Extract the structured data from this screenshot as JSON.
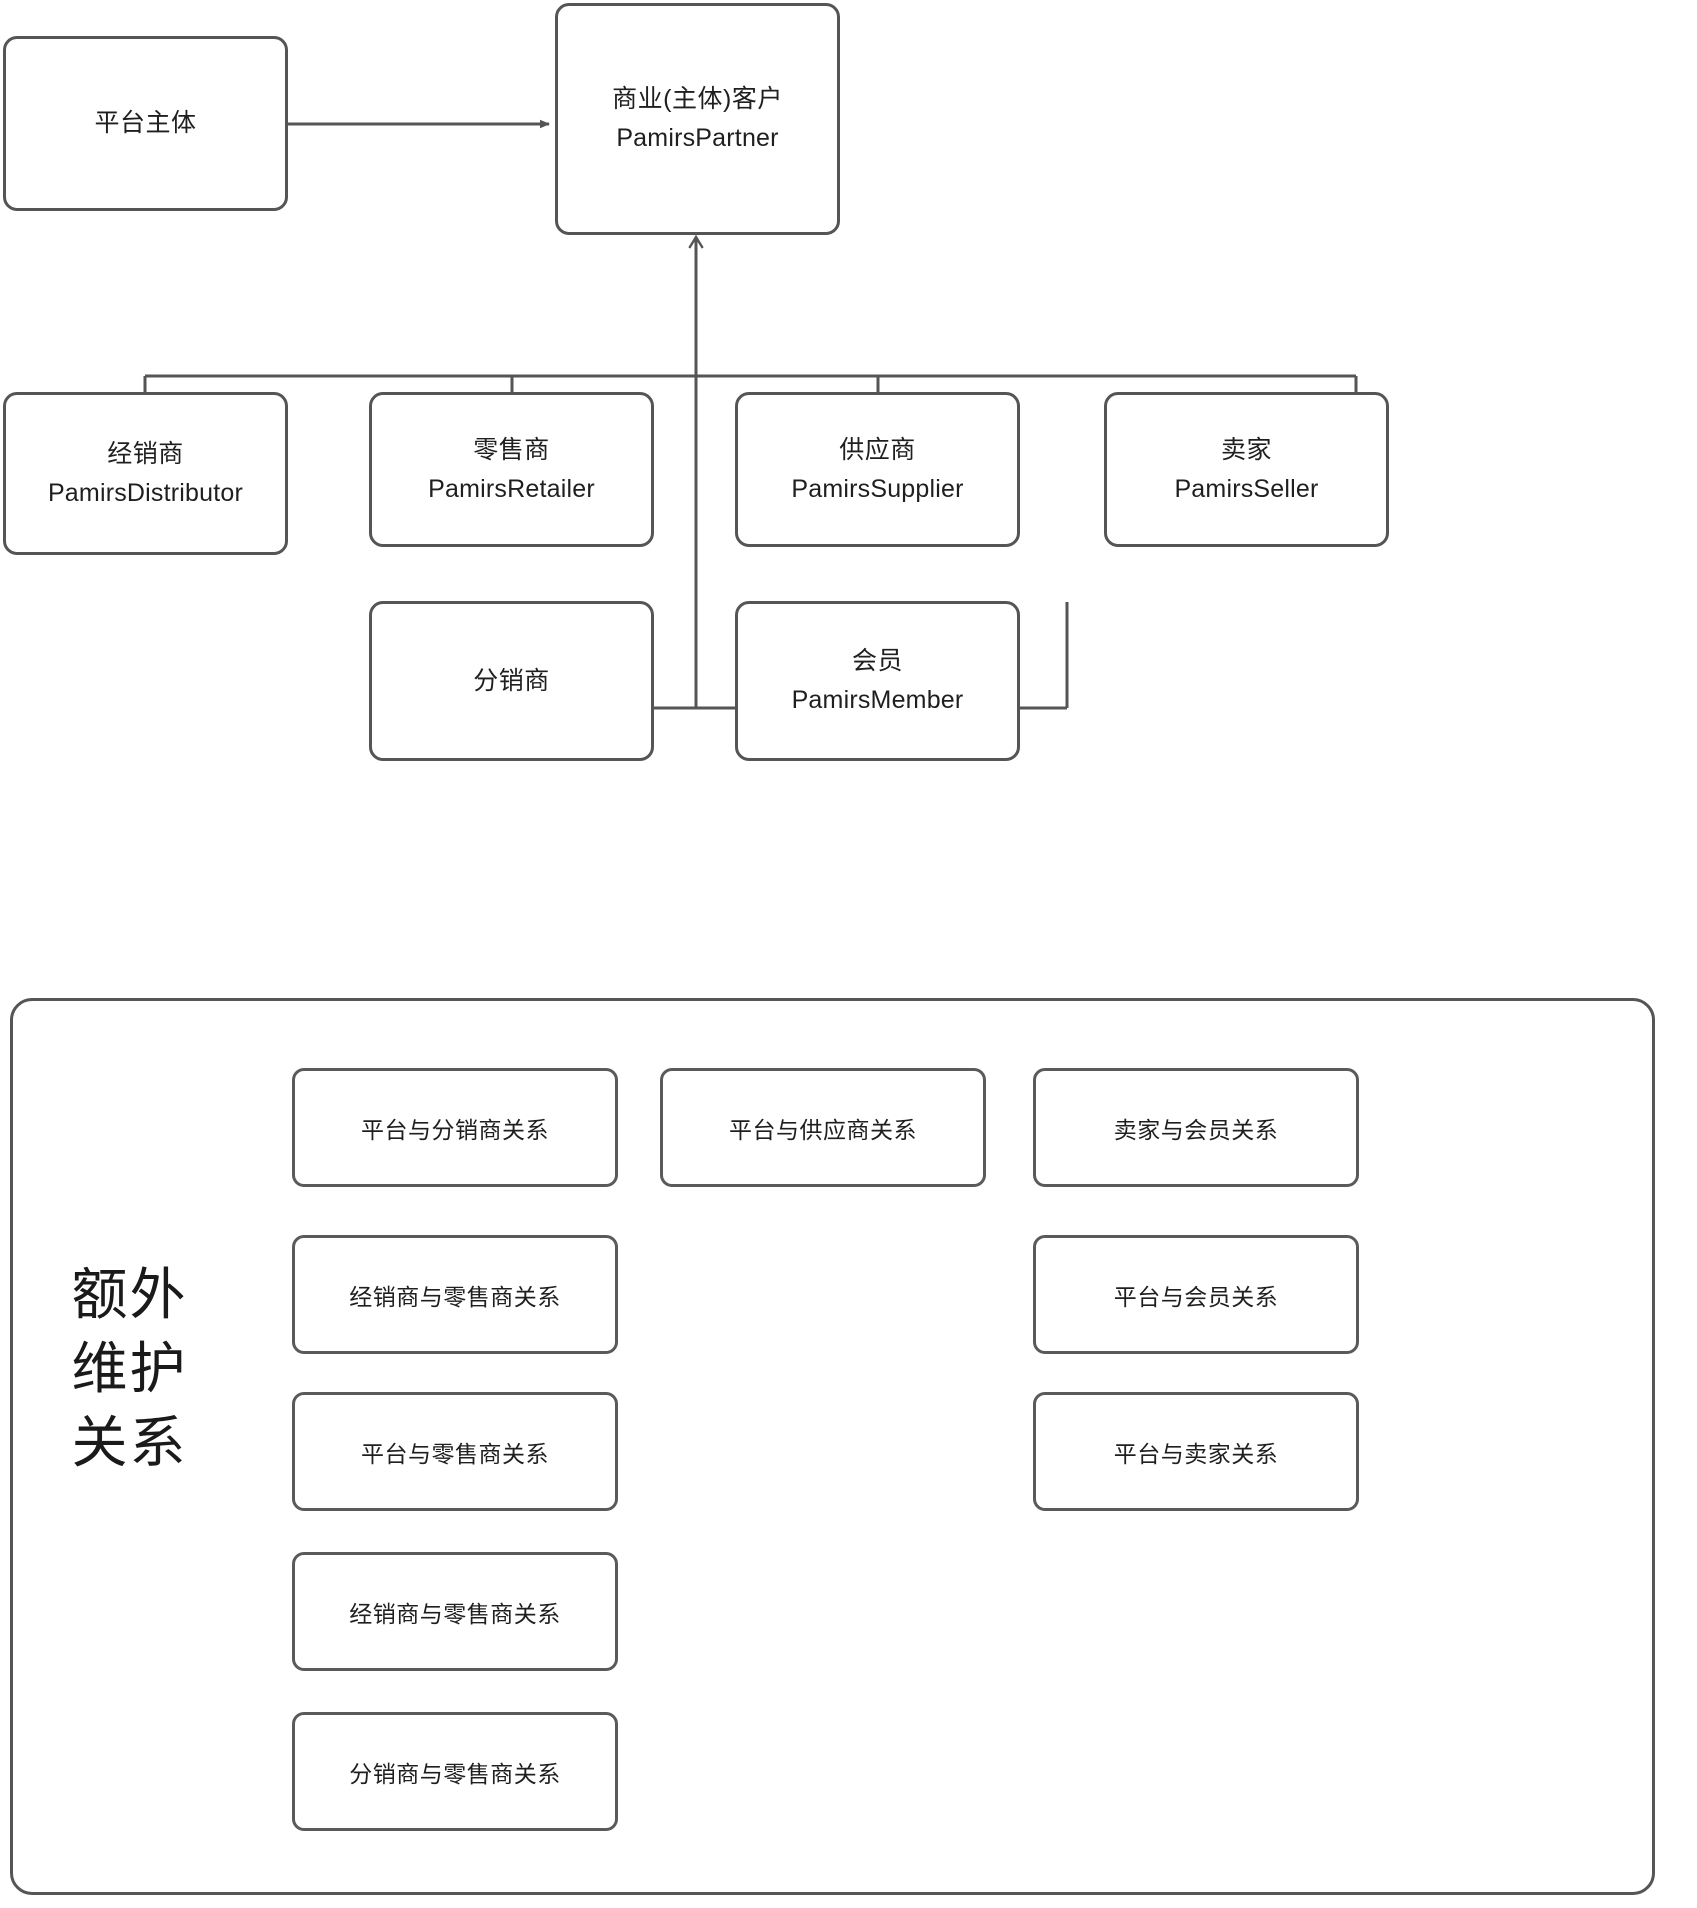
{
  "diagram": {
    "type": "entity-hierarchy-diagram",
    "stroke_color": "#555555",
    "background_color": "#ffffff",
    "text_color": "#1f1f1f",
    "nodes": {
      "platform": {
        "cn": "平台主体",
        "en": ""
      },
      "partner": {
        "cn": "商业(主体)客户",
        "en": "PamirsPartner"
      },
      "distributor": {
        "cn": "经销商",
        "en": "PamirsDistributor"
      },
      "retailer": {
        "cn": "零售商",
        "en": "PamirsRetailer"
      },
      "supplier": {
        "cn": "供应商",
        "en": "PamirsSupplier"
      },
      "seller": {
        "cn": "卖家",
        "en": "PamirsSeller"
      },
      "fenxiao": {
        "cn": "分销商",
        "en": ""
      },
      "member": {
        "cn": "会员",
        "en": "PamirsMember"
      }
    },
    "edges": [
      {
        "from": "platform",
        "to": "partner",
        "style": "arrow"
      },
      {
        "from": "distributor",
        "to": "partner",
        "style": "inheritance-bus"
      },
      {
        "from": "retailer",
        "to": "partner",
        "style": "inheritance-bus"
      },
      {
        "from": "supplier",
        "to": "partner",
        "style": "inheritance-bus"
      },
      {
        "from": "seller",
        "to": "partner",
        "style": "inheritance-bus"
      },
      {
        "from": "fenxiao",
        "to": "partner",
        "style": "inheritance-bus"
      },
      {
        "from": "member",
        "to": "partner",
        "style": "inheritance-bus"
      }
    ]
  },
  "extra_group": {
    "label": "额外\n维护\n关系",
    "label_lines": [
      "额外",
      "维护",
      "关系"
    ],
    "columns": [
      {
        "name": "column-1",
        "items": [
          "平台与分销商关系",
          "经销商与零售商关系",
          "平台与零售商关系",
          "经销商与零售商关系",
          "分销商与零售商关系"
        ]
      },
      {
        "name": "column-2",
        "items": [
          "平台与供应商关系"
        ]
      },
      {
        "name": "column-3",
        "items": [
          "卖家与会员关系",
          "平台与会员关系",
          "平台与卖家关系"
        ]
      }
    ]
  }
}
